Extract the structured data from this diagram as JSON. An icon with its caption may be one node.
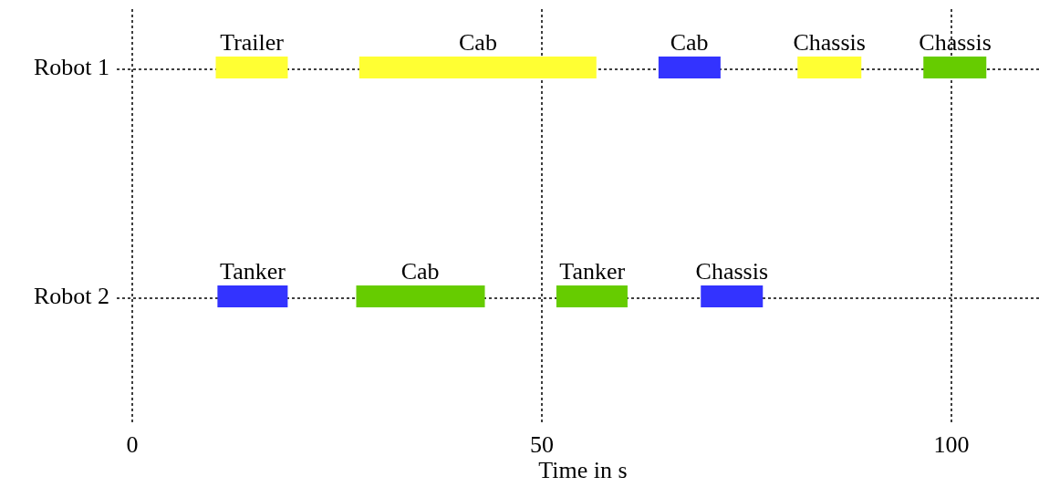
{
  "diagram": {
    "nodes": [
      {
        "text": [
          "Trailer"
        ]
      },
      {
        "text": [
          "Cab"
        ]
      },
      {
        "text": [
          "Cab"
        ]
      },
      {
        "text": [
          "Chassis"
        ]
      },
      {
        "text": [
          "Chassis"
        ]
      },
      {
        "text": [
          "Tanker"
        ]
      },
      {
        "text": [
          "Cab"
        ]
      },
      {
        "text": [
          "Tanker"
        ]
      },
      {
        "text": [
          "Chassis"
        ]
      }
    ],
    "labels": [
      "Robot 1",
      "Robot 2",
      "0",
      "50",
      "100",
      "Time in s"
    ]
  }
}
